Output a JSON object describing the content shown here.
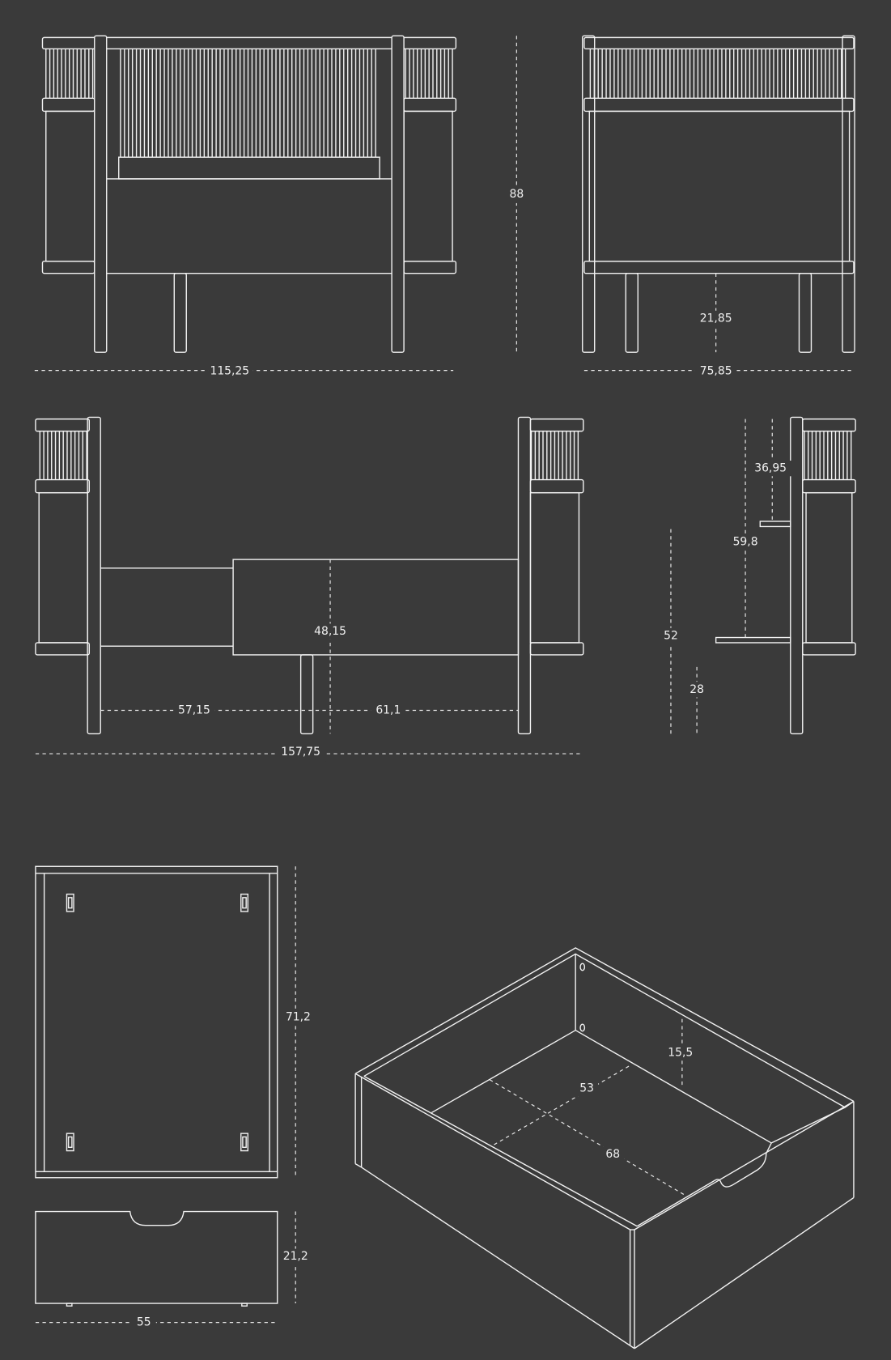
{
  "colors": {
    "background": "#3a3a3a",
    "line": "#f2f2f2"
  },
  "front_view": {
    "width_label": "115,25",
    "height_label": "88"
  },
  "side_view": {
    "width_label": "75,85",
    "clearance_label": "21,85"
  },
  "extended_view": {
    "total_length_label": "157,75",
    "left_section_label": "57,15",
    "right_section_label": "61,1",
    "panel_height_label": "48,15"
  },
  "side_section_view": {
    "upper_label": "36,95",
    "mid_label": "59,8",
    "height_label": "52",
    "low_label": "28"
  },
  "drawer_top_view": {
    "depth_label": "71,2"
  },
  "drawer_front_view": {
    "height_label": "21,2",
    "width_label": "55"
  },
  "drawer_iso_view": {
    "inner_height_label": "15,5",
    "inner_width_label": "53",
    "inner_length_label": "68"
  }
}
